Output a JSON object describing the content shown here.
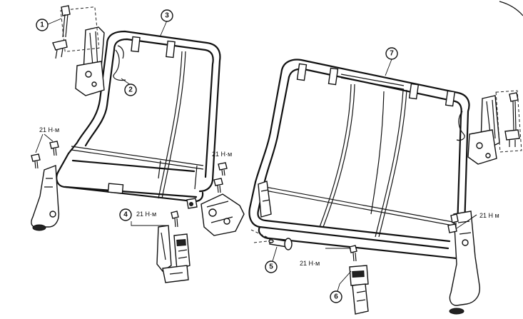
{
  "callouts": [
    "1",
    "2",
    "3",
    "4",
    "5",
    "6",
    "7"
  ],
  "torque_labels": [
    "21 Н·м",
    "21 Н·м",
    "21 Н·м",
    "21 Н·м",
    "21 Н м"
  ],
  "colors": {
    "line": "#111111",
    "background": "#ffffff"
  }
}
